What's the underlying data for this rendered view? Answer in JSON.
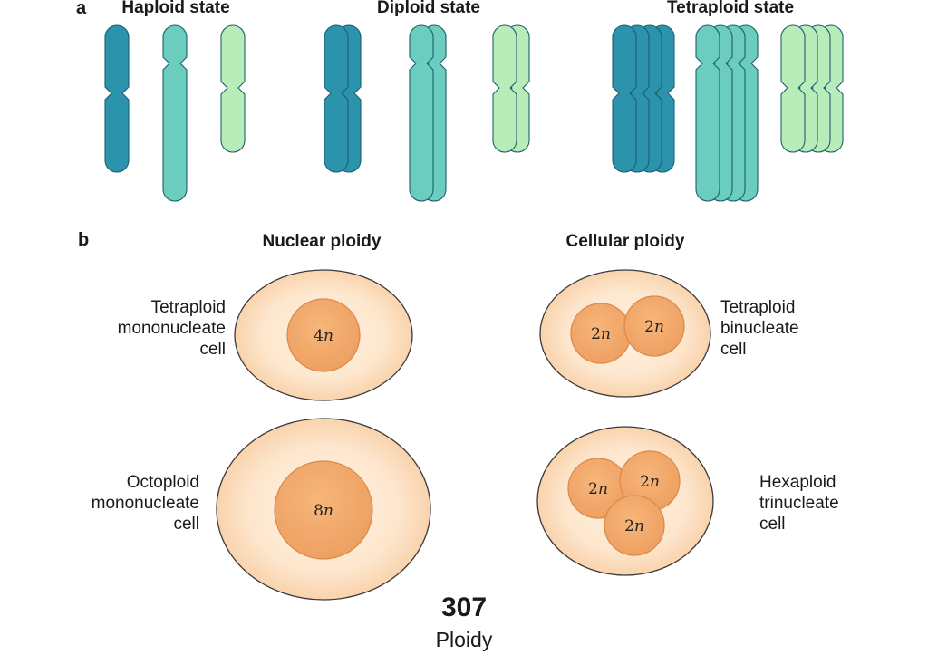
{
  "panel_a": {
    "letter": "a",
    "states": [
      {
        "title": "Haploid state",
        "copies": 1
      },
      {
        "title": "Diploid state",
        "copies": 2
      },
      {
        "title": "Tetraploid state",
        "copies": 4
      }
    ]
  },
  "panel_b": {
    "letter": "b",
    "nuclear_title": "Nuclear ploidy",
    "cellular_title": "Cellular ploidy",
    "cells": [
      {
        "label": "Tetraploid\nmononucleate\ncell",
        "nuclei": [
          "4n"
        ]
      },
      {
        "label": "Octoploid\nmononucleate\ncell",
        "nuclei": [
          "8n"
        ]
      },
      {
        "label": "Tetraploid\nbinucleate\ncell",
        "nuclei": [
          "2n",
          "2n"
        ]
      },
      {
        "label": "Hexaploid\ntrinucleate\ncell",
        "nuclei": [
          "2n",
          "2n",
          "2n"
        ]
      }
    ]
  },
  "colors": {
    "chromosome_dark": "#2b93ac",
    "chromosome_mid": "#6bcdbd",
    "chromosome_light": "#b8ecb8",
    "chromosome_outline": "#1e5e6e",
    "cell_fill": "#fde4c8",
    "cell_outline": "#3a3a3a",
    "nucleus_fill": "#f3a867",
    "nucleus_outline": "#d98a48"
  },
  "footer": {
    "number": "307",
    "title": "Ploidy"
  }
}
